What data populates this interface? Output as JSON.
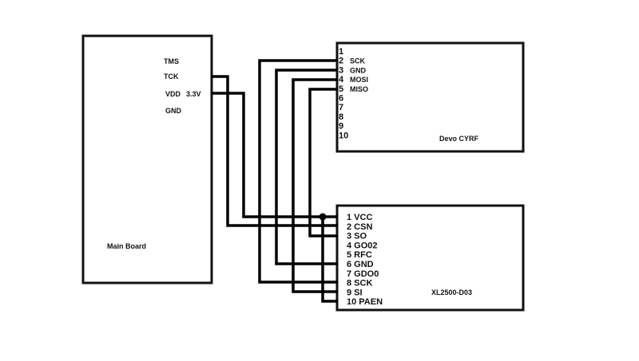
{
  "diagram": {
    "type": "wiring-schematic",
    "components": {
      "main_board": {
        "name": "Main Board",
        "pins": [
          "TMS",
          "TCK",
          "VDD",
          "GND"
        ],
        "vdd_voltage": "3.3V"
      },
      "devo_cyrf": {
        "name": "Devo CYRF",
        "pins": [
          {
            "num": "1",
            "label": ""
          },
          {
            "num": "2",
            "label": "SCK"
          },
          {
            "num": "3",
            "label": "GND"
          },
          {
            "num": "4",
            "label": "MOSI"
          },
          {
            "num": "5",
            "label": "MISO"
          },
          {
            "num": "6",
            "label": ""
          },
          {
            "num": "7",
            "label": ""
          },
          {
            "num": "8",
            "label": ""
          },
          {
            "num": "9",
            "label": ""
          },
          {
            "num": "10",
            "label": ""
          }
        ]
      },
      "xl2500": {
        "name": "XL2500-D03",
        "pins": [
          {
            "num": "1",
            "label": "VCC"
          },
          {
            "num": "2",
            "label": "CSN"
          },
          {
            "num": "3",
            "label": "SO"
          },
          {
            "num": "4",
            "label": "GO02"
          },
          {
            "num": "5",
            "label": "RFC"
          },
          {
            "num": "6",
            "label": "GND"
          },
          {
            "num": "7",
            "label": "GDO0"
          },
          {
            "num": "8",
            "label": "SCK"
          },
          {
            "num": "9",
            "label": "SI"
          },
          {
            "num": "10",
            "label": "PAEN"
          }
        ]
      }
    },
    "connections": [
      {
        "from": "Main Board TCK",
        "to": "XL2500-D03 2 CSN"
      },
      {
        "from": "Main Board VDD 3.3V",
        "to": "XL2500-D03 1 VCC"
      },
      {
        "from": "Devo CYRF 2 SCK",
        "to": "XL2500-D03 8 SCK"
      },
      {
        "from": "Devo CYRF 3 GND",
        "to": "XL2500-D03 6 GND"
      },
      {
        "from": "Devo CYRF 4 MOSI",
        "to": "XL2500-D03 9 SI"
      },
      {
        "from": "Devo CYRF 5 MISO",
        "to": "XL2500-D03 3 SO"
      },
      {
        "from": "XL2500-D03 1 VCC (junction)",
        "to": "XL2500-D03 10 PAEN"
      }
    ],
    "colors": {
      "wire": "#000000",
      "background": "#ffffff"
    }
  }
}
